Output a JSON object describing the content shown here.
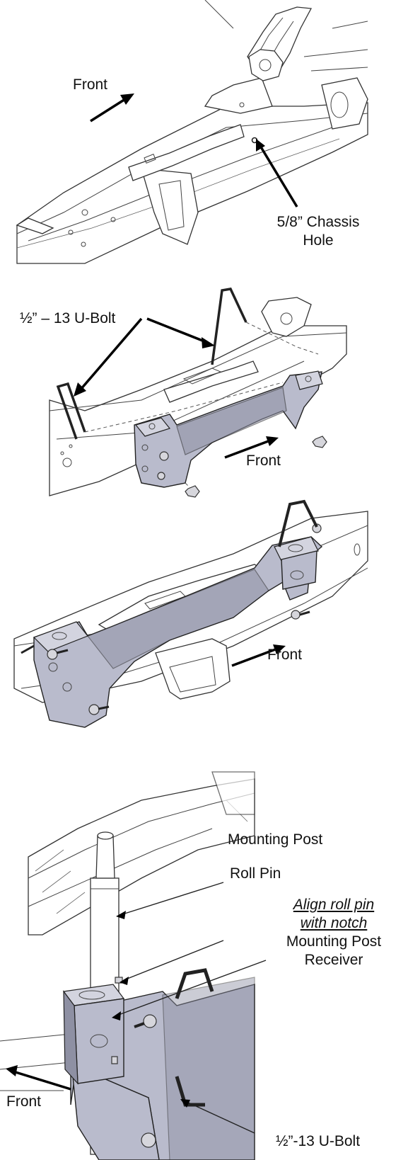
{
  "labels": {
    "step1_front": "Front",
    "step1_chassis_hole_line1": "5/8” Chassis",
    "step1_chassis_hole_line2": "Hole",
    "step2_ubolt": "½” – 13 U-Bolt",
    "step2_front": "Front",
    "step3_front": "Front",
    "step4_mounting_post": "Mounting Post",
    "step4_roll_pin": "Roll Pin",
    "step4_align_line1": "Align roll pin",
    "step4_align_line2": "with notch",
    "step4_receiver_line1": "Mounting Post",
    "step4_receiver_line2": "Receiver",
    "step4_front": "Front",
    "step4_ubolt": "½”-13 U-Bolt"
  },
  "colors": {
    "plate": "#b9bbcc",
    "ink": "#111111",
    "background": "#ffffff"
  }
}
